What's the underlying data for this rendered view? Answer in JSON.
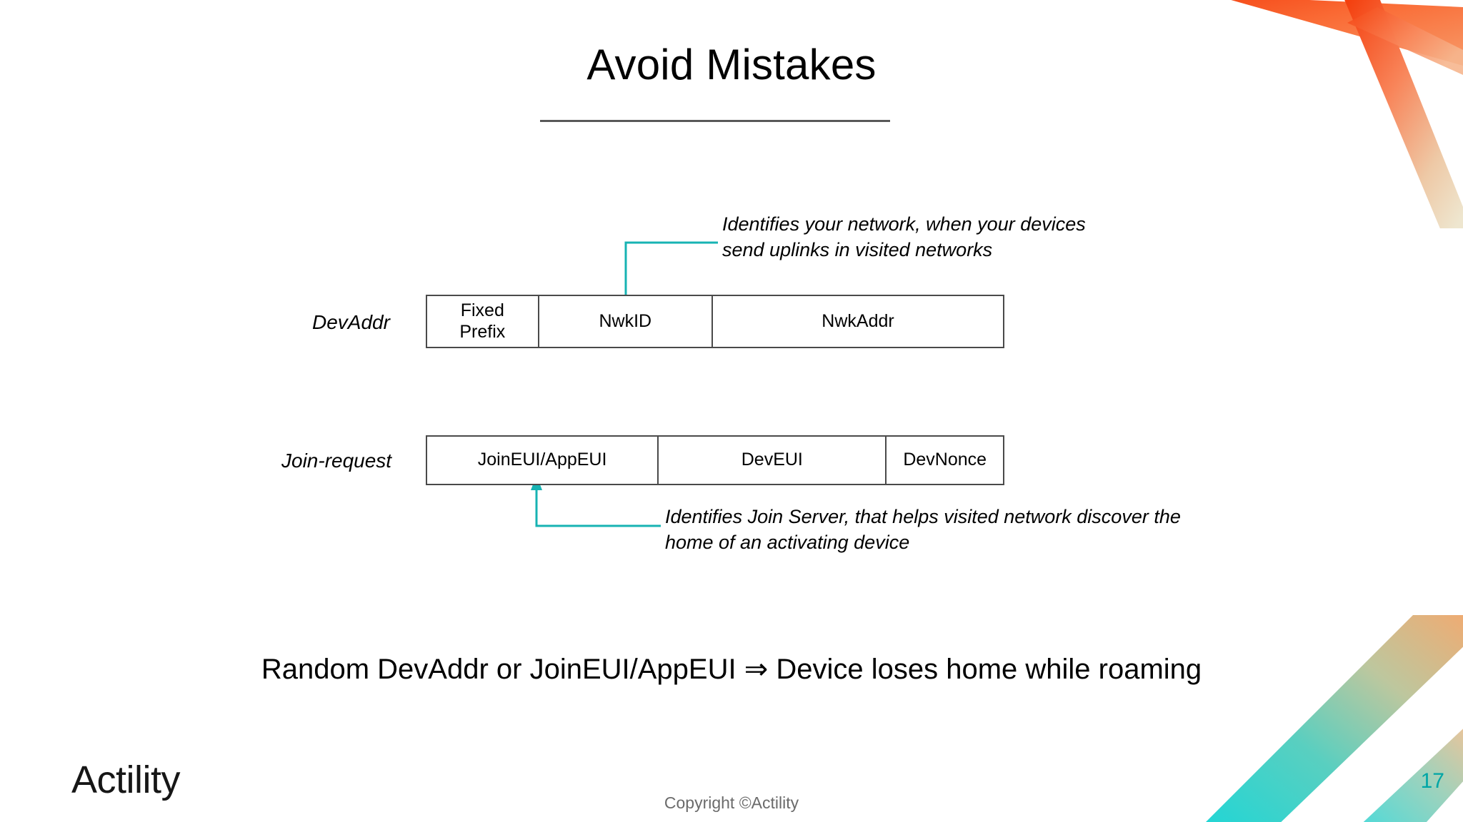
{
  "slide": {
    "title": "Avoid Mistakes",
    "conclusion": "Random DevAddr or JoinEUI/AppEUI ⇒ Device loses home while roaming"
  },
  "diagram": {
    "rows": [
      {
        "label": "DevAddr",
        "cells": [
          {
            "name": "fixed-prefix",
            "text": "Fixed\nPrefix"
          },
          {
            "name": "nwkid",
            "text": "NwkID"
          },
          {
            "name": "nwkaddr",
            "text": "NwkAddr"
          }
        ]
      },
      {
        "label": "Join-request",
        "cells": [
          {
            "name": "joineui-appeui",
            "text": "JoinEUI/AppEUI"
          },
          {
            "name": "deveui",
            "text": "DevEUI"
          },
          {
            "name": "devnonce",
            "text": "DevNonce"
          }
        ]
      }
    ],
    "callouts": [
      {
        "name": "nwkid-callout",
        "line1": "Identifies your network, when your devices",
        "line2": "send uplinks in visited networks",
        "points_to": "NwkID"
      },
      {
        "name": "joineui-callout",
        "line1": "Identifies Join Server, that helps visited network discover the",
        "line2": "home of an activating device",
        "points_to": "JoinEUI/AppEUI"
      }
    ]
  },
  "footer": {
    "logo": "Actility",
    "copyright": "Copyright ©Actility",
    "page_number": "17"
  },
  "colors": {
    "accent_teal": "#00a6a6",
    "leader_line": "#17b3b3",
    "table_border": "#4a4a4a",
    "title_rule": "#595959",
    "deco_orange": "#f94f1c",
    "deco_cyan": "#22d3d3",
    "deco_cream": "#efe3c6",
    "text": "#000000",
    "copyright_text": "#6b6b6b"
  }
}
